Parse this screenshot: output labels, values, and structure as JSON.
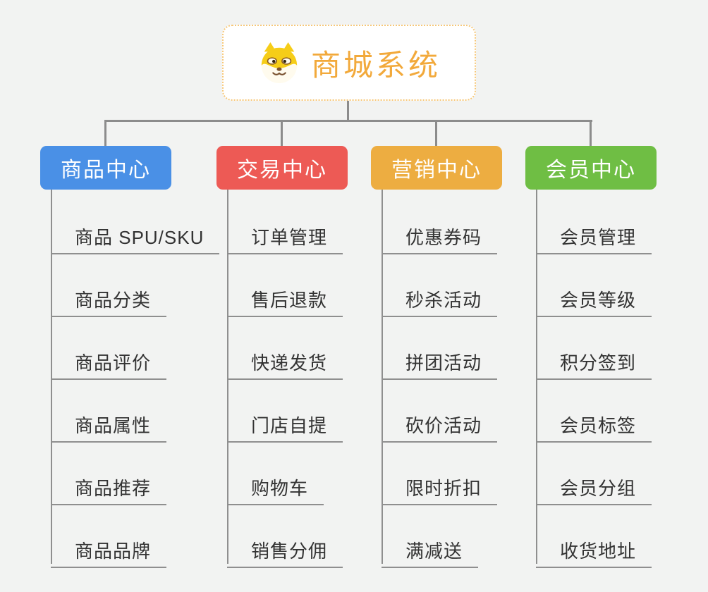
{
  "canvas": {
    "background_color": "#f2f3f2",
    "connector_color": "#8c8c8c",
    "underline_color": "#8f8f8f",
    "leaf_text_color": "#333333"
  },
  "root": {
    "title": "商城系统",
    "icon": "shiba-dog-icon",
    "text_color": "#f2a93b",
    "border_color": "#f6c778",
    "background_color": "#ffffff"
  },
  "branches": [
    {
      "label": "商品中心",
      "color": "#4a90e6",
      "items": [
        "商品 SPU/SKU",
        "商品分类",
        "商品评价",
        "商品属性",
        "商品推荐",
        "商品品牌"
      ]
    },
    {
      "label": "交易中心",
      "color": "#ed5a55",
      "items": [
        "订单管理",
        "售后退款",
        "快递发货",
        "门店自提",
        "购物车",
        "销售分佣"
      ]
    },
    {
      "label": "营销中心",
      "color": "#edad41",
      "items": [
        "优惠券码",
        "秒杀活动",
        "拼团活动",
        "砍价活动",
        "限时折扣",
        "满减送"
      ]
    },
    {
      "label": "会员中心",
      "color": "#6fbe44",
      "items": [
        "会员管理",
        "会员等级",
        "积分签到",
        "会员标签",
        "会员分组",
        "收货地址"
      ]
    }
  ]
}
